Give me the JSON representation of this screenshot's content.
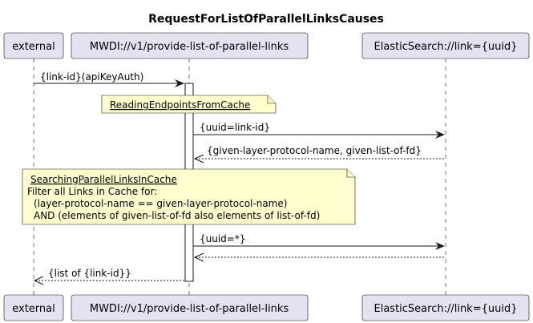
{
  "diagram": {
    "title": "RequestForListOfParallelLinksCauses",
    "participants": {
      "external": "external",
      "mwdi": "MWDI://v1/provide-list-of-parallel-links",
      "elastic": "ElasticSearch://link={uuid}"
    },
    "messages": {
      "m1": "{link-id}(apiKeyAuth)",
      "m2": "{uuid=link-id}",
      "m3": "{given-layer-protocol-name, given-list-of-fd}",
      "m4": "{uuid=*}",
      "m5": "",
      "m6": "{list of {link-id}}"
    },
    "notes": {
      "reading_title": "ReadingEndpointsFromCache",
      "searching_title": "SearchingParallelLinksInCache",
      "searching_line1": "Filter all Links in Cache for:",
      "searching_line2": "(layer-protocol-name == given-layer-protocol-name)",
      "searching_line3": "AND (elements of given-list-of-fd also elements of list-of-fd)"
    }
  }
}
